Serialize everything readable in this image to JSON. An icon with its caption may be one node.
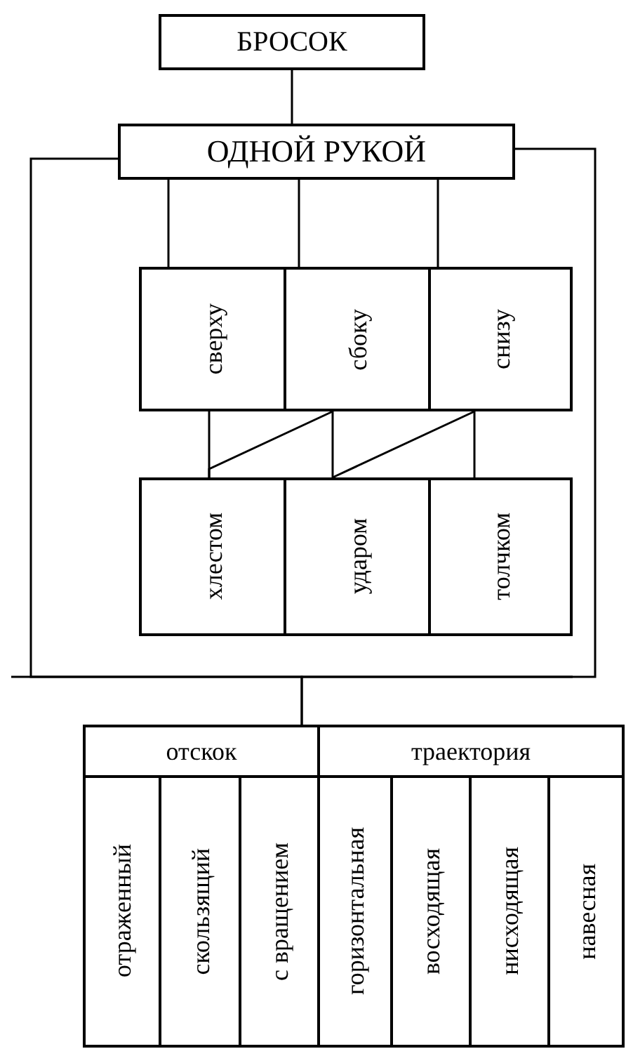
{
  "diagram": {
    "nodes": [
      {
        "text": [
          "БРОСОК"
        ]
      },
      {
        "text": [
          "ОДНОЙ РУКОЙ"
        ]
      },
      {
        "text": [
          "сверху"
        ]
      },
      {
        "text": [
          "сбоку"
        ]
      },
      {
        "text": [
          "снизу"
        ]
      },
      {
        "text": [
          "хлестом"
        ]
      },
      {
        "text": [
          "ударом"
        ]
      },
      {
        "text": [
          "толчком"
        ]
      },
      {
        "text": [],
        "shape": "box"
      },
      {
        "text": [
          "отскок"
        ],
        "in": 8
      },
      {
        "text": [
          "траектория"
        ],
        "in": 8
      },
      {
        "text": [
          "отраженный"
        ],
        "in": 8
      },
      {
        "text": [
          "скользящий"
        ],
        "in": 8
      },
      {
        "text": [
          "с вращением"
        ],
        "in": 8
      },
      {
        "text": [
          "горизонтальная"
        ],
        "in": 8
      },
      {
        "text": [
          "восходящая"
        ],
        "in": 8
      },
      {
        "text": [
          "нисходящая"
        ],
        "in": 8
      },
      {
        "text": [
          "навесная"
        ],
        "in": 8
      }
    ],
    "edges": [
      {
        "from": 0,
        "to": 1,
        "arrow": "none"
      },
      {
        "from": 1,
        "to": 2,
        "arrow": "none"
      },
      {
        "from": 1,
        "to": 3,
        "arrow": "none"
      },
      {
        "from": 1,
        "to": 4,
        "arrow": "none"
      },
      {
        "from": 2,
        "to": 5,
        "arrow": "none"
      },
      {
        "from": 3,
        "to": 6,
        "arrow": "none"
      },
      {
        "from": 4,
        "to": 7,
        "arrow": "none"
      },
      {
        "from": 3,
        "to": 5,
        "arrow": "none"
      },
      {
        "from": 4,
        "to": 6,
        "arrow": "none"
      },
      {
        "from": 1,
        "to": 8,
        "arrow": "none"
      },
      {
        "from": 1,
        "to": 8,
        "arrow": "none"
      }
    ]
  }
}
